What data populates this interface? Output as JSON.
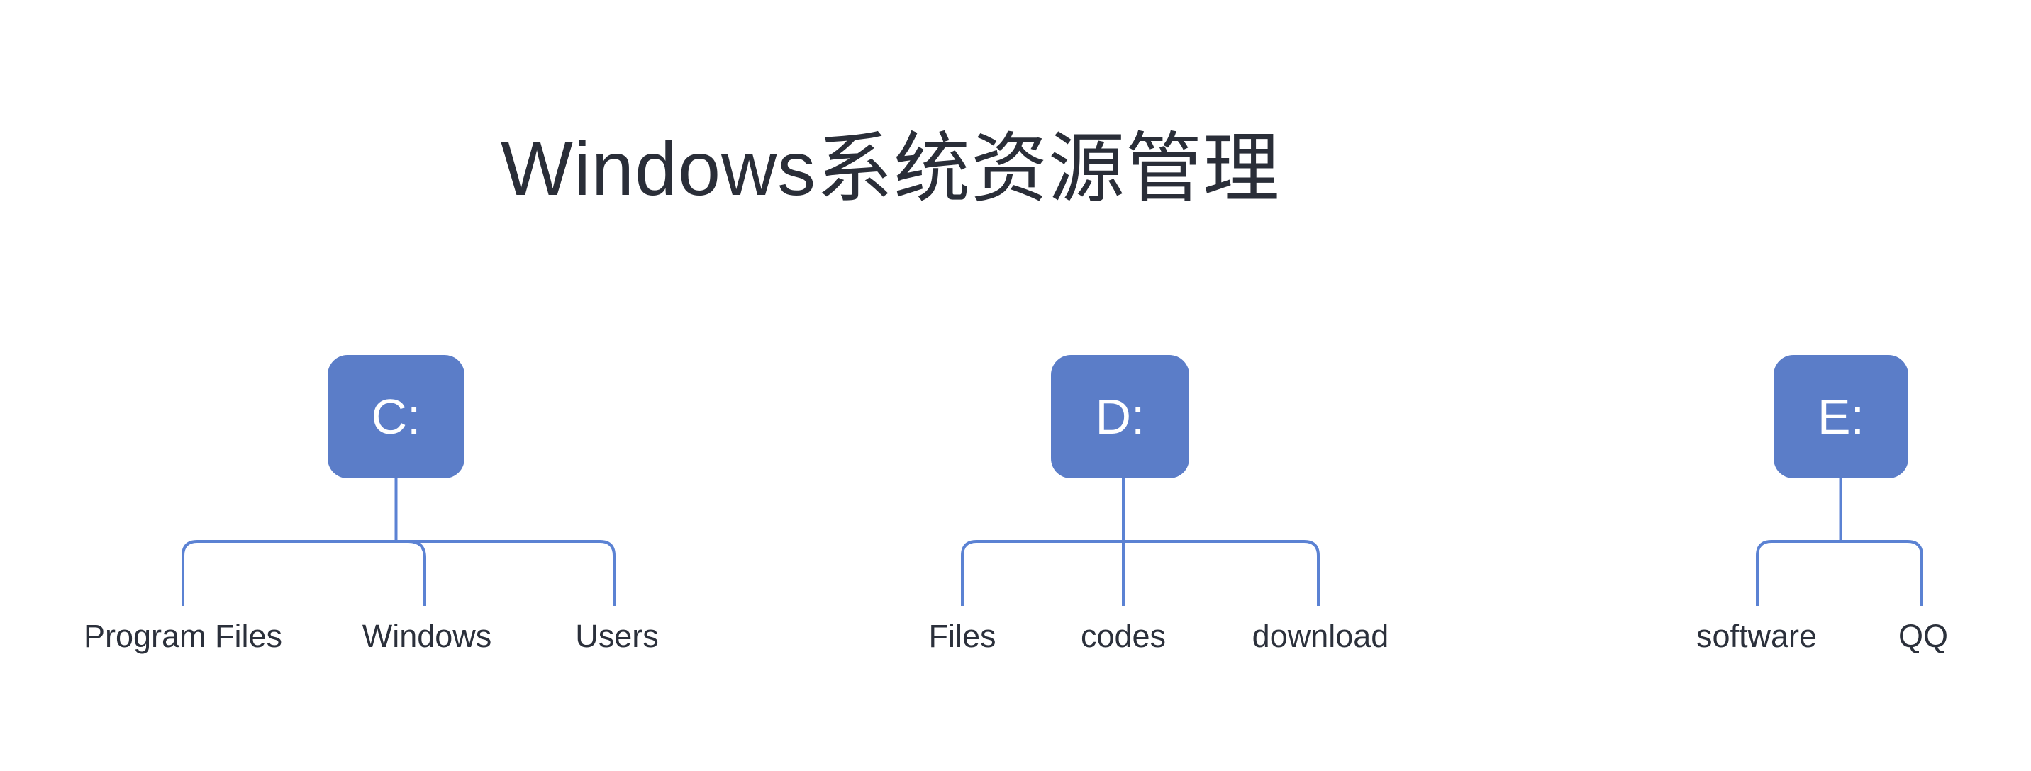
{
  "page": {
    "title": "Windows系统资源管理",
    "background": "#ffffff"
  },
  "colors": {
    "node_fill": "#5b7dc8",
    "connector_stroke": "#5b82d3",
    "title_text": "#2a2e38",
    "label_text": "#2b303b",
    "node_text": "#ffffff"
  },
  "trees": [
    {
      "root": {
        "label": "C:"
      },
      "children": [
        {
          "label": "Program Files"
        },
        {
          "label": "Windows"
        },
        {
          "label": "Users"
        }
      ]
    },
    {
      "root": {
        "label": "D:"
      },
      "children": [
        {
          "label": "Files"
        },
        {
          "label": "codes"
        },
        {
          "label": "download"
        }
      ]
    },
    {
      "root": {
        "label": "E:"
      },
      "children": [
        {
          "label": "software"
        },
        {
          "label": "QQ"
        }
      ]
    }
  ]
}
